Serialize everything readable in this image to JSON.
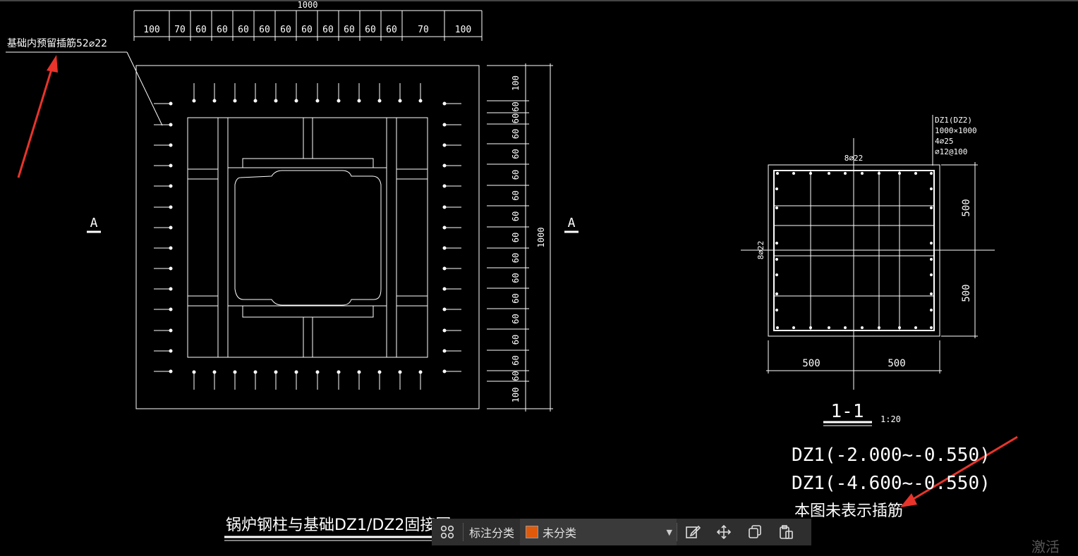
{
  "drawing": {
    "plan_total_dim": "1000",
    "plan_top_dims": [
      "100",
      "70",
      "60",
      "60",
      "60",
      "60",
      "60",
      "60",
      "60",
      "60",
      "60",
      "60",
      "70",
      "100"
    ],
    "plan_right_dims": [
      "100",
      "60",
      "60",
      "60",
      "60",
      "60",
      "60",
      "60",
      "60",
      "60",
      "60",
      "60",
      "60",
      "60",
      "60",
      "60",
      "100"
    ],
    "plan_right_total": "1000",
    "leader_note": "基础内预留插筋52⌀22",
    "section_mark_left": "A",
    "section_mark_right": "A",
    "column_label_lines": [
      "DZ1(DZ2)",
      "1000×1000",
      "4⌀25",
      "⌀12@100"
    ],
    "section_top_bars": "8⌀22",
    "section_side_bars": "8⌀22",
    "section_right_dims": [
      "500",
      "500"
    ],
    "section_bottom_dims": [
      "500",
      "500"
    ],
    "section_title": "1-1",
    "section_scale": "1:20",
    "note_line_1": "DZ1(-2.000~-0.550)",
    "note_line_2": "DZ1(-4.600~-0.550)",
    "note_line_3": "本图未表示插筋",
    "drawing_title": "锅炉钢柱与基础DZ1/DZ2固接图",
    "accent_red": "#e8342b"
  },
  "toolbar": {
    "grid_icon": "grid-icon",
    "label": "标注分类",
    "select_value": "未分类",
    "swatch_color": "#e05a0c",
    "edit_icon": "edit-icon",
    "move_icon": "move-icon",
    "copy_icon": "copy-icon",
    "paste_icon": "paste-icon"
  },
  "watermark": "激活"
}
